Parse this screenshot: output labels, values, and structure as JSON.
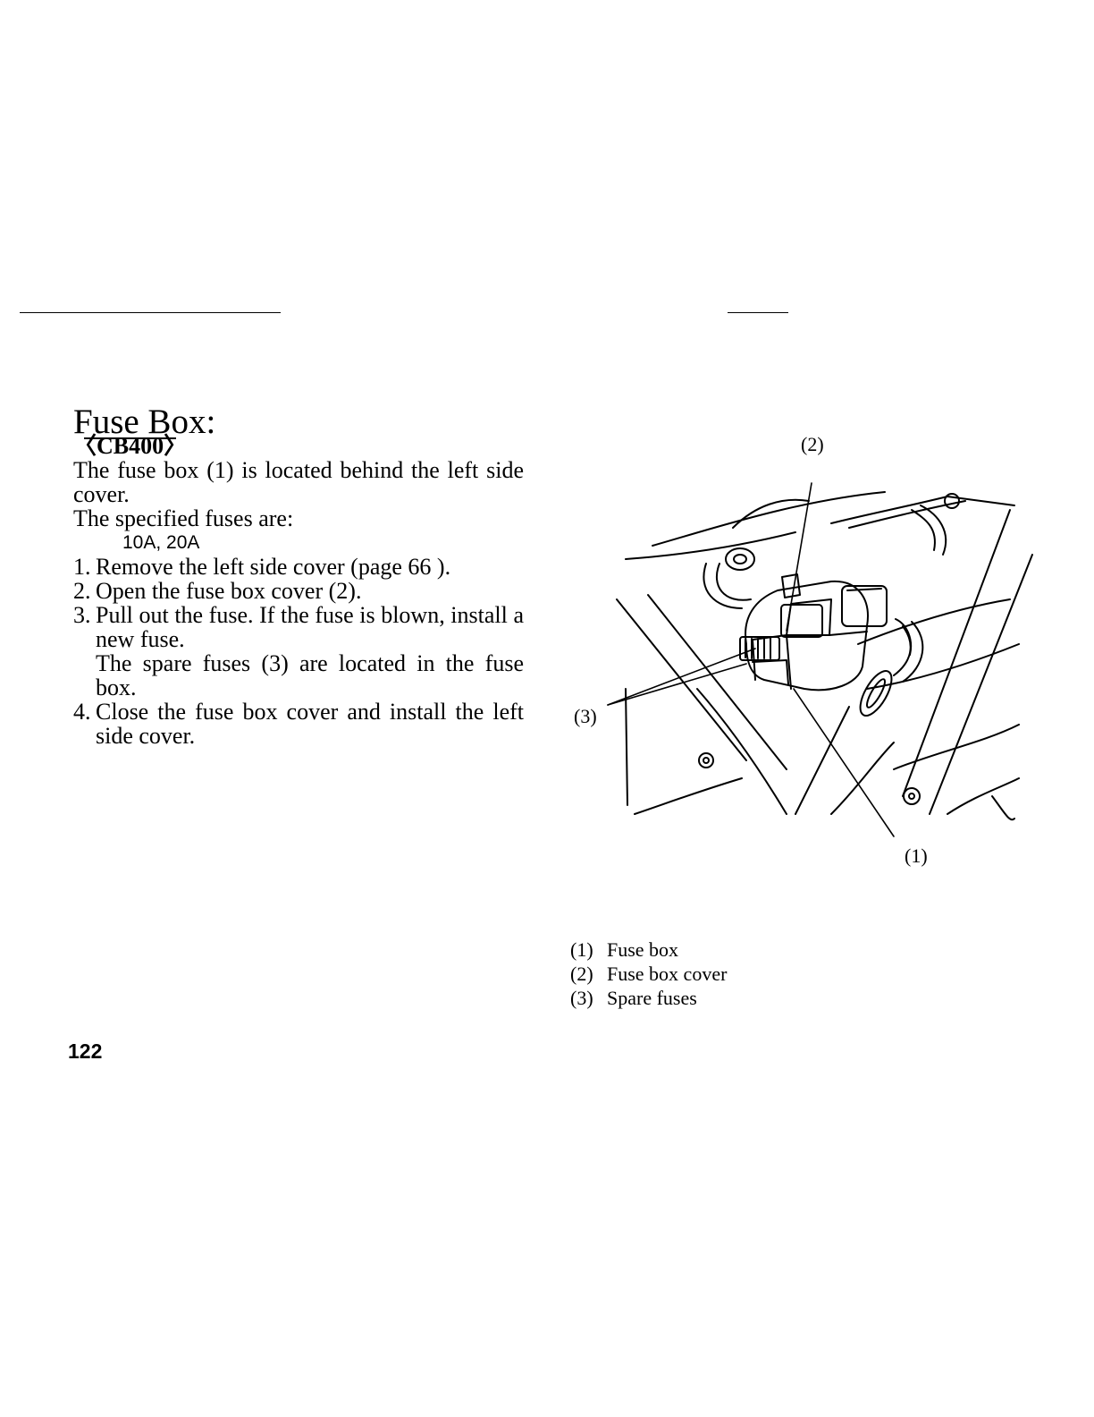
{
  "section": {
    "heading": "Fuse Box:",
    "model": "〈CB400〉",
    "intro": "The fuse box (1) is located behind the left side cover.",
    "fuses_intro": "The specified fuses are:",
    "fuse_values": "10A, 20A"
  },
  "steps": [
    {
      "num": "1.",
      "text": "Remove the left side cover (page  66  )."
    },
    {
      "num": "2.",
      "text": "Open the fuse box cover (2)."
    },
    {
      "num": "3.",
      "text": "Pull out the fuse. If the fuse is blown, install a new fuse.",
      "note": "The spare fuses (3) are located in the fuse box."
    },
    {
      "num": "4.",
      "text": "Close the fuse box cover and install the left side cover."
    }
  ],
  "figure": {
    "callouts": {
      "fuse_box": "(1)",
      "cover": "(2)",
      "spare": "(3)"
    },
    "legend": [
      {
        "num": "(1)",
        "label": "Fuse box"
      },
      {
        "num": "(2)",
        "label": "Fuse box cover"
      },
      {
        "num": "(3)",
        "label": "Spare fuses"
      }
    ]
  },
  "page_number": "122"
}
